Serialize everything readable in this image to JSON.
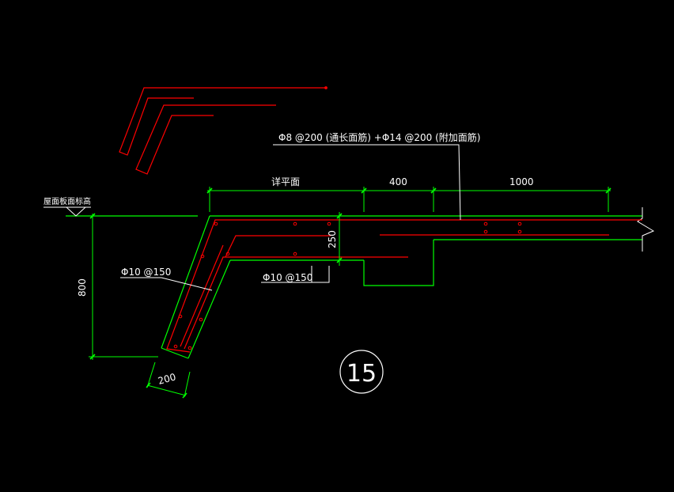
{
  "drawing": {
    "detail_number": "15",
    "labels": {
      "top_rebar_note": "Φ8 @200 (通长面筋) +Φ14 @200 (附加面筋)",
      "level_mark": "屋面板面标高",
      "flat_face": "详平面",
      "dim_400": "400",
      "dim_1000": "1000",
      "dim_250": "250",
      "dim_800": "800",
      "dim_200": "200",
      "stirrup_left": "Φ10 @150",
      "stirrup_mid": "Φ10 @150"
    },
    "colors": {
      "concrete": "#00ff00",
      "rebar": "#ff0000",
      "dimension": "#00ff00",
      "text": "#ffffff",
      "leader": "#ffffff",
      "background": "#000000"
    }
  }
}
